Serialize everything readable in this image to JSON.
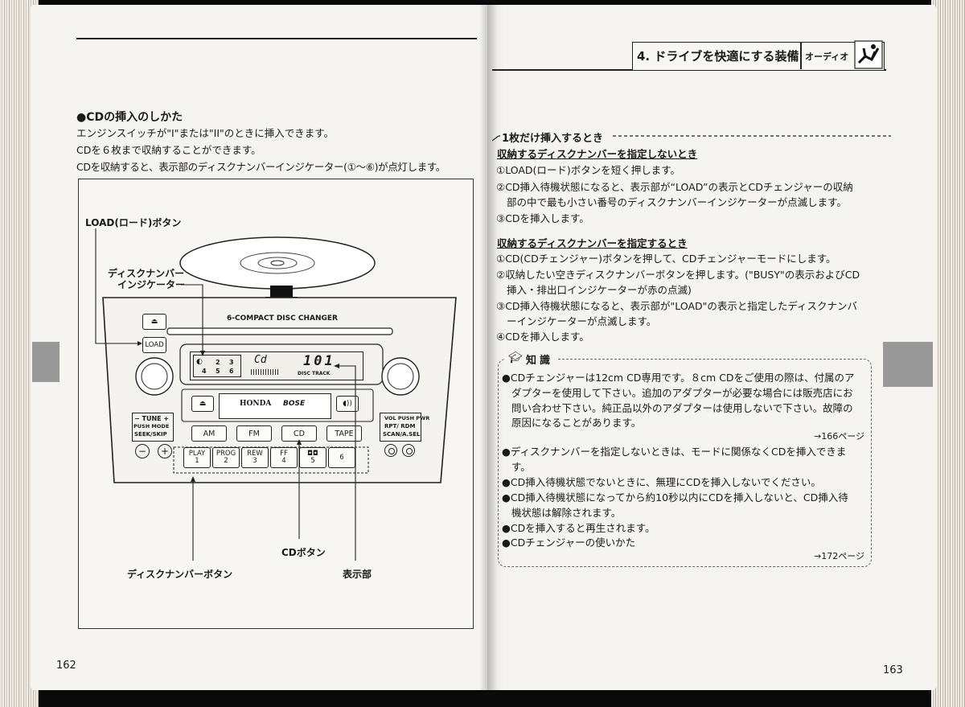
{
  "header": {
    "title": "4. ドライブを快適にする装備",
    "section": "オーディオ"
  },
  "left_page": {
    "heading": "●CDの挿入のしかた",
    "lines": [
      "エンジンスイッチが\"I\"または\"II\"のときに挿入できます。",
      "CDを６枚まで収納することができます。",
      "CDを収納すると、表示部のディスクナンバーインジケーター(①〜⑥)が点灯します。"
    ],
    "figure": {
      "labels": {
        "load_button": "LOAD(ロード)ボタン",
        "disc_indicator_1": "ディスクナンバー",
        "disc_indicator_2": "インジケーター",
        "cd_button": "CDボタン",
        "disc_number_button": "ディスクナンバーボタン",
        "display": "表示部"
      },
      "unit": {
        "changer": "6-COMPACT DISC CHANGER",
        "load": "LOAD",
        "display_cd": "Cd",
        "display_num": "101",
        "display_sub": "DISC TRACK",
        "indicator_nums": [
          "2",
          "3",
          "4",
          "5",
          "6"
        ],
        "brand_1": "HONDA",
        "brand_2": "BOSE",
        "tune": "− TUNE +",
        "push_mode": "PUSH MODE",
        "seek": "SEEK/SKIP",
        "vol": "VOL PUSH PWR",
        "rpt": "RPT/ RDM",
        "scan": "SCAN/A.SEL",
        "band_buttons": [
          "AM",
          "FM",
          "CD",
          "TAPE"
        ],
        "preset_buttons": [
          {
            "top": "PLAY",
            "num": "1"
          },
          {
            "top": "PROG",
            "num": "2"
          },
          {
            "top": "REW",
            "num": "3"
          },
          {
            "top": "FF",
            "num": "4"
          },
          {
            "top": "◘◘",
            "num": "5"
          },
          {
            "top": "",
            "num": "6"
          }
        ]
      }
    },
    "page_number": "162"
  },
  "right_page": {
    "single": {
      "title": "1枚だけ挿入するとき",
      "sub1": "収納するディスクナンバーを指定しないとき",
      "sub1_lines": [
        "①LOAD(ロード)ボタンを短く押します。",
        "②CD挿入待機状態になると、表示部が“LOAD”の表示とCDチェンジャーの収納",
        "部の中で最も小さい番号のディスクナンバーインジケーターが点滅します。",
        "③CDを挿入します。"
      ],
      "sub2": "収納するディスクナンバーを指定するとき",
      "sub2_lines": [
        "①CD(CDチェンジャー)ボタンを押して、CDチェンジャーモードにします。",
        "②収納したい空きディスクナンバーボタンを押します。(\"BUSY\"の表示およびCD",
        "挿入・排出口インジケーターが赤の点滅)",
        "③CD挿入待機状態になると、表示部が\"LOAD\"の表示と指定したディスクナンバ",
        "ーインジケーターが点滅します。",
        "④CDを挿入します。"
      ]
    },
    "knowledge": {
      "title": "知識",
      "items": [
        "●CDチェンジャーは12cm CD専用です。８cm CDをご使用の際は、付属のア",
        "ダプターを使用して下さい。追加のアダプターが必要な場合には販売店にお",
        "問い合わせ下さい。純正品以外のアダプターは使用しないで下さい。故障の",
        "原因になることがあります。",
        "●ディスクナンバーを指定しないときは、モードに関係なくCDを挿入できま",
        "す。",
        "●CD挿入待機状態でないときに、無理にCDを挿入しないでください。",
        "●CD挿入待機状態になってから約10秒以内にCDを挿入しないと、CD挿入待",
        "機状態は解除されます。",
        "●CDを挿入すると再生されます。",
        "●CDチェンジャーの使いかた"
      ],
      "ref1": "→166ページ",
      "ref2": "→172ページ"
    },
    "page_number": "163"
  }
}
